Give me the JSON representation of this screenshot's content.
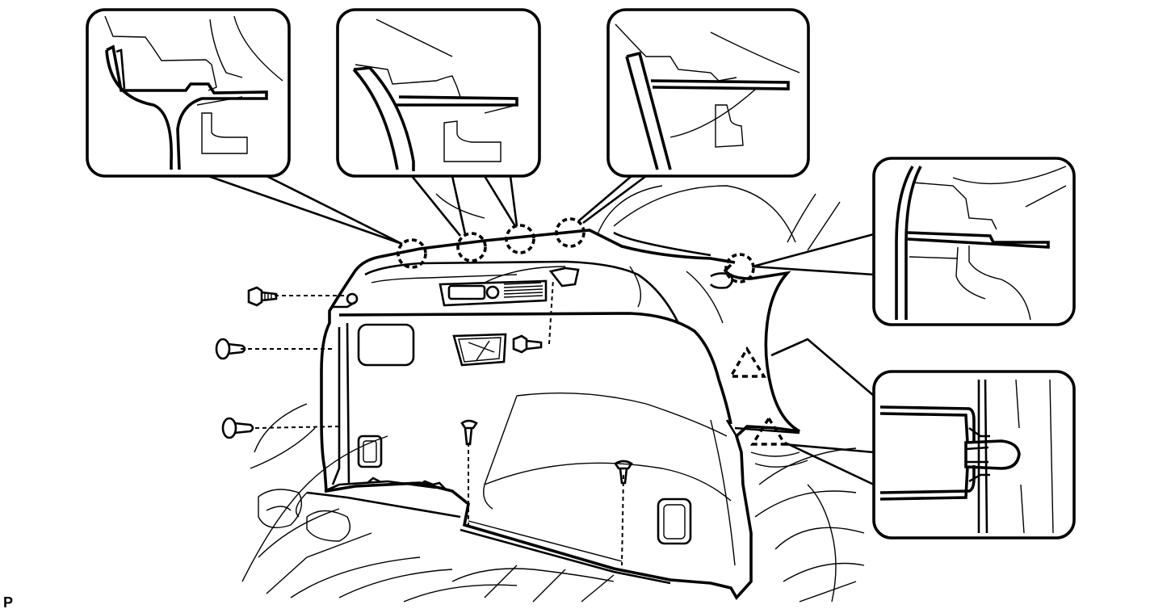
{
  "diagram": {
    "corner_label": "P",
    "colors": {
      "line": "#000000",
      "background": "#ffffff"
    },
    "parts": {
      "trim_panel": "quarter-trim-panel",
      "bolts": 2,
      "clips": 4,
      "claw_markers": 5,
      "guide_markers": 2
    }
  }
}
